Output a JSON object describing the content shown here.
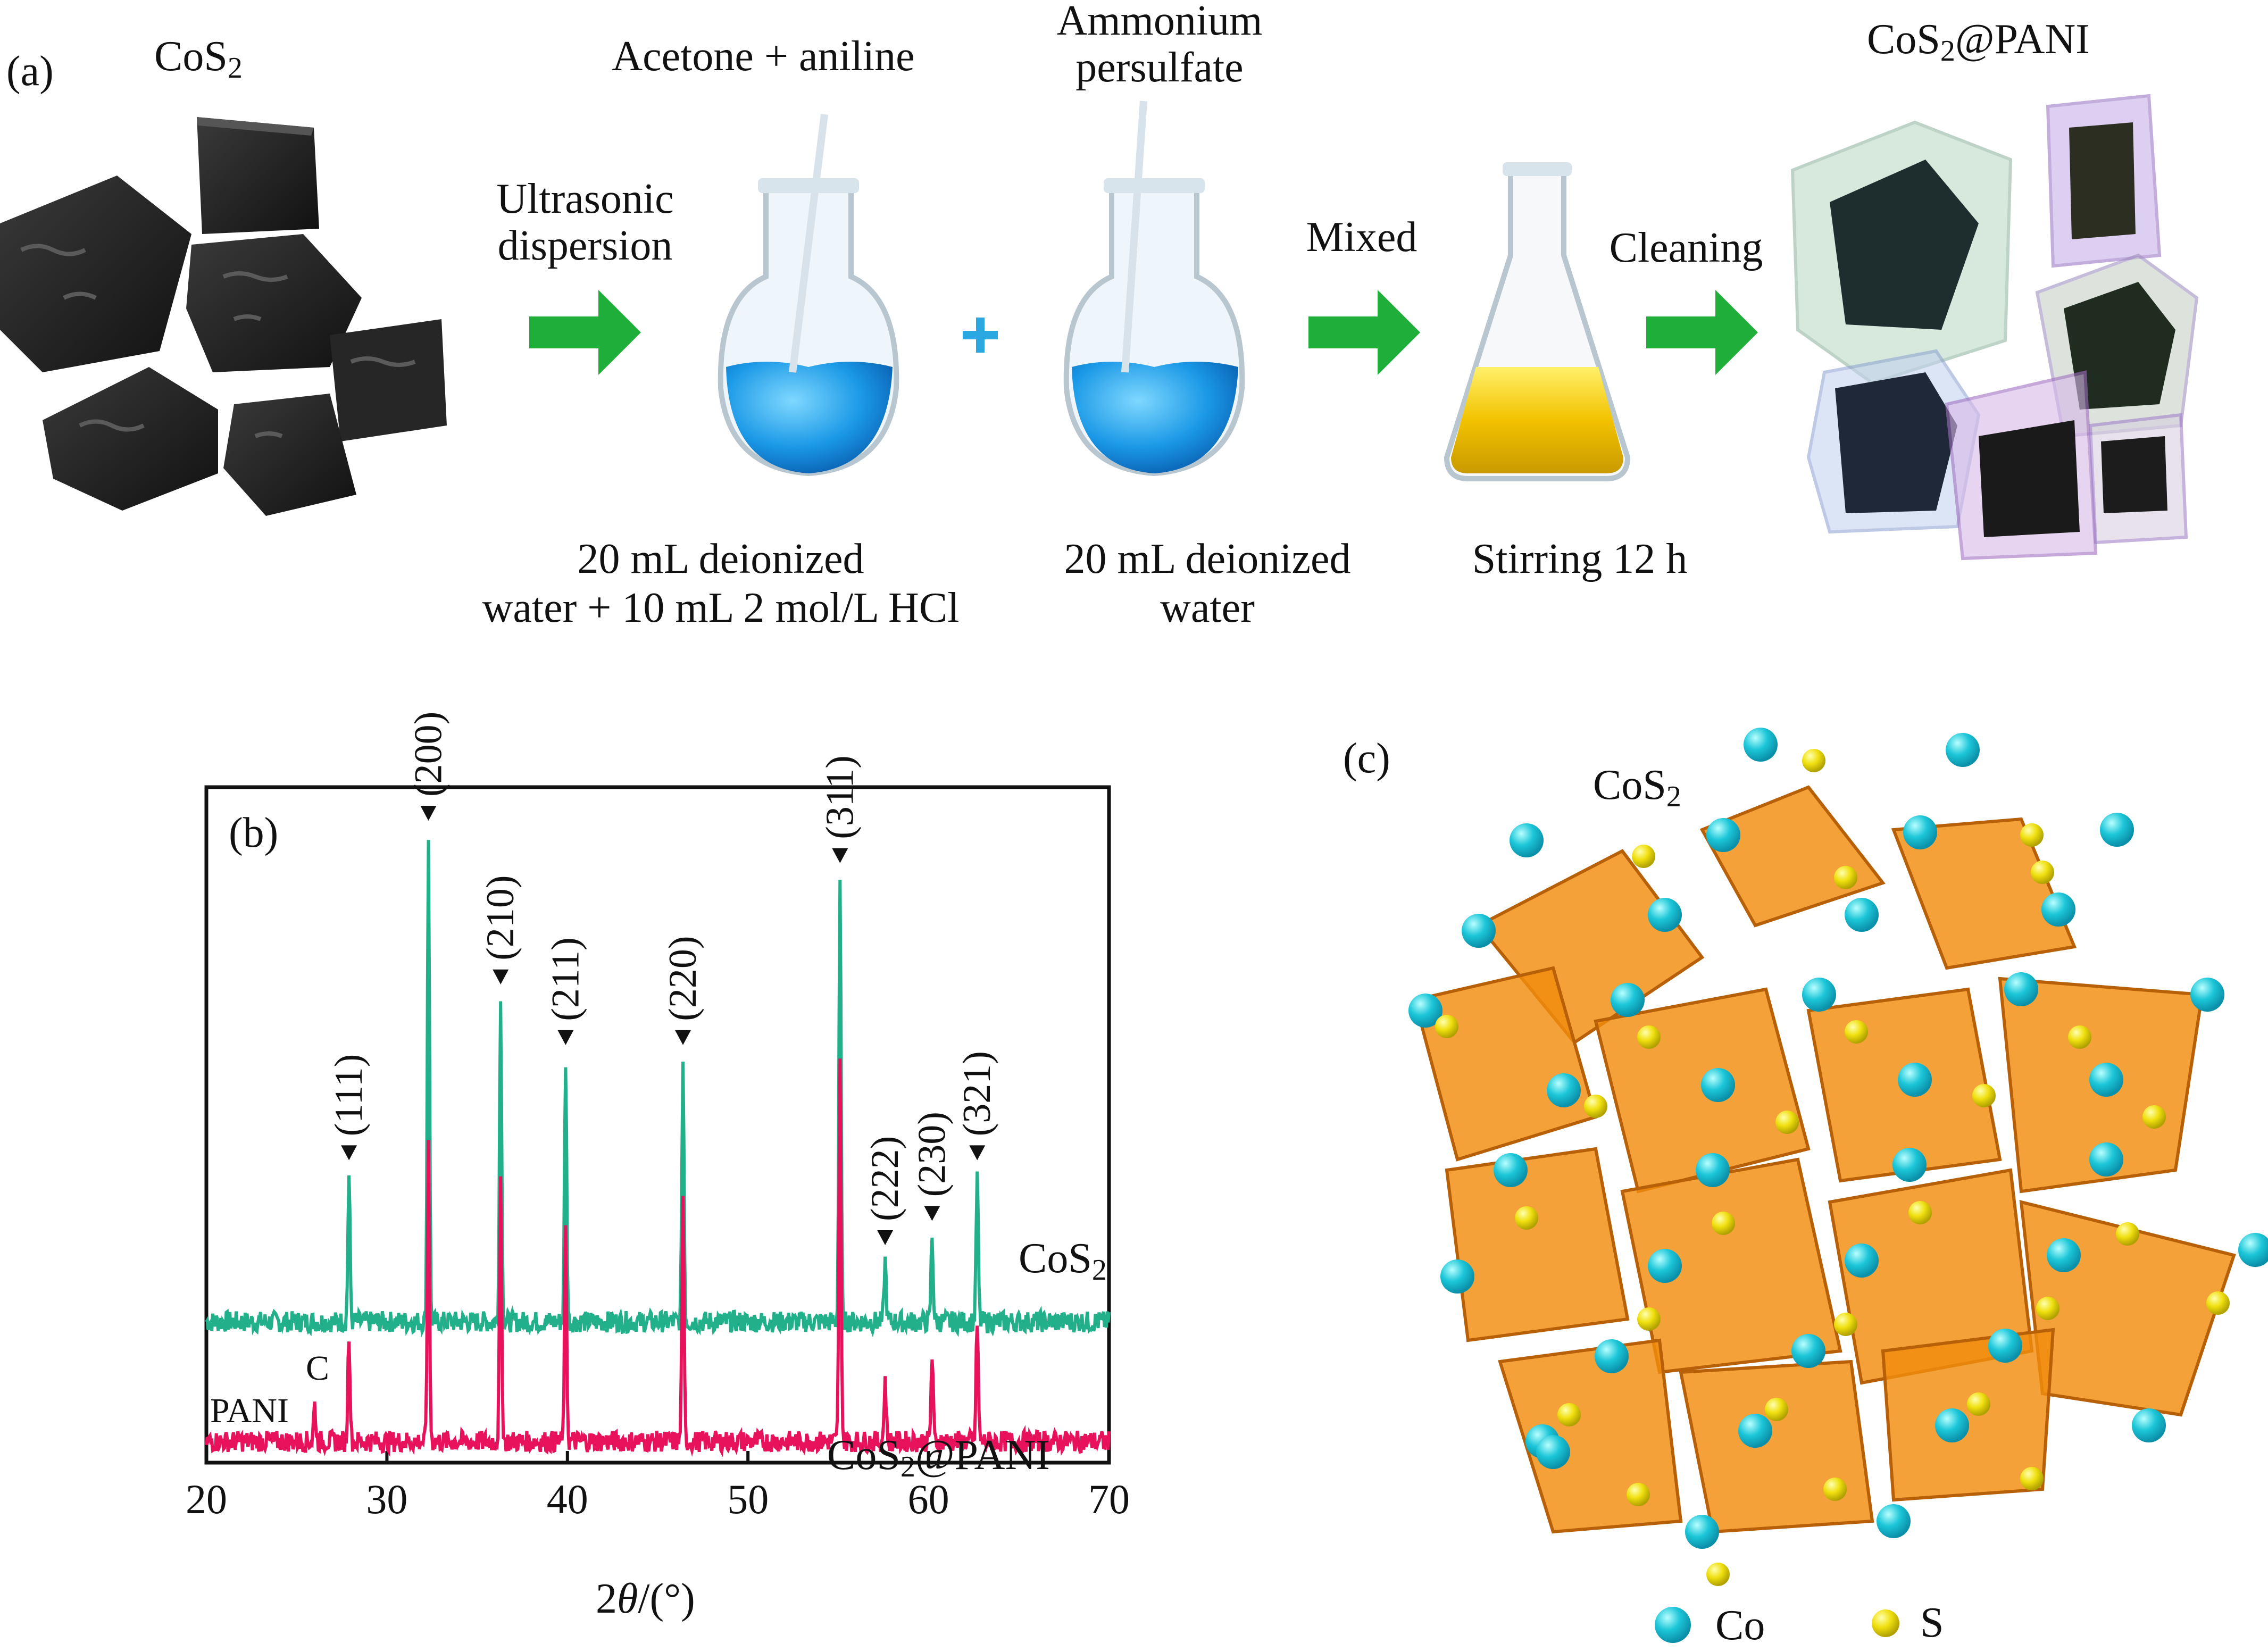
{
  "panel_a": {
    "label": "(a)",
    "cos2_label": "CoS",
    "cos2_sub": "2",
    "step1": {
      "line1": "Ultrasonic",
      "line2": "dispersion"
    },
    "flask1_top": "Acetone + aniline",
    "flask1_bottom": {
      "line1": "20 mL deionized",
      "line2": "water + 10 mL 2 mol/L HCl"
    },
    "plus": "+",
    "flask2_top": {
      "line1": "Ammonium",
      "line2": "persulfate"
    },
    "flask2_bottom": {
      "line1": "20 mL deionized",
      "line2": "water"
    },
    "step2": "Mixed",
    "flask3_bottom": "Stirring 12 h",
    "step3": "Cleaning",
    "product_label": "CoS",
    "product_sub": "2",
    "product_suffix": "@PANI",
    "colors": {
      "arrow": "#1fae3a",
      "blue_liquid": "#1aa0e8",
      "yellow_liquid": "#f2c200",
      "plus": "#2aa8e0"
    }
  },
  "panel_b": {
    "label": "(b)",
    "xlabel_theta": "θ",
    "xlabel_pre": "2",
    "xlabel_post": "/(°)",
    "series_top_label": "CoS",
    "series_top_sub": "2",
    "series_bottom_label_pre": "CoS",
    "series_bottom_sub": "2",
    "series_bottom_label_post": "@PANI",
    "pani_label": "PANI",
    "c_label": "C",
    "colors": {
      "top": "#22b08a",
      "bottom": "#e8125c"
    }
  },
  "chart_data": {
    "type": "line",
    "xlabel": "2θ/(°)",
    "ylabel": "",
    "xlim": [
      20,
      70
    ],
    "xticks": [
      "20",
      "30",
      "40",
      "50",
      "60",
      "70"
    ],
    "series": [
      {
        "name": "CoS2",
        "peaks_x": [
          27.9,
          32.3,
          36.3,
          39.9,
          46.4,
          55.1,
          57.6,
          60.2,
          62.7
        ],
        "peaks_h": [
          0.24,
          0.8,
          0.53,
          0.43,
          0.43,
          0.73,
          0.1,
          0.14,
          0.24
        ]
      },
      {
        "name": "CoS2@PANI",
        "peaks_x": [
          26.0,
          27.9,
          32.3,
          36.3,
          39.9,
          46.4,
          55.1,
          57.6,
          60.2,
          62.7
        ],
        "peaks_h": [
          0.06,
          0.18,
          0.48,
          0.42,
          0.34,
          0.39,
          0.62,
          0.1,
          0.14,
          0.2
        ]
      }
    ],
    "peak_labels": [
      {
        "x": 27.9,
        "label": "(111)"
      },
      {
        "x": 32.3,
        "label": "(200)"
      },
      {
        "x": 36.3,
        "label": "(210)"
      },
      {
        "x": 39.9,
        "label": "(211)"
      },
      {
        "x": 46.4,
        "label": "(220)"
      },
      {
        "x": 55.1,
        "label": "(311)"
      },
      {
        "x": 57.6,
        "label": "(222)"
      },
      {
        "x": 60.2,
        "label": "(230)"
      },
      {
        "x": 62.7,
        "label": "(321)"
      }
    ]
  },
  "panel_c": {
    "label": "(c)",
    "crystal_label": "CoS",
    "crystal_sub": "2",
    "legend_co": "Co",
    "legend_s": "S",
    "colors": {
      "co": "#1cc6d8",
      "s": "#f0e010",
      "polyhedra": "#f08c0c"
    }
  }
}
